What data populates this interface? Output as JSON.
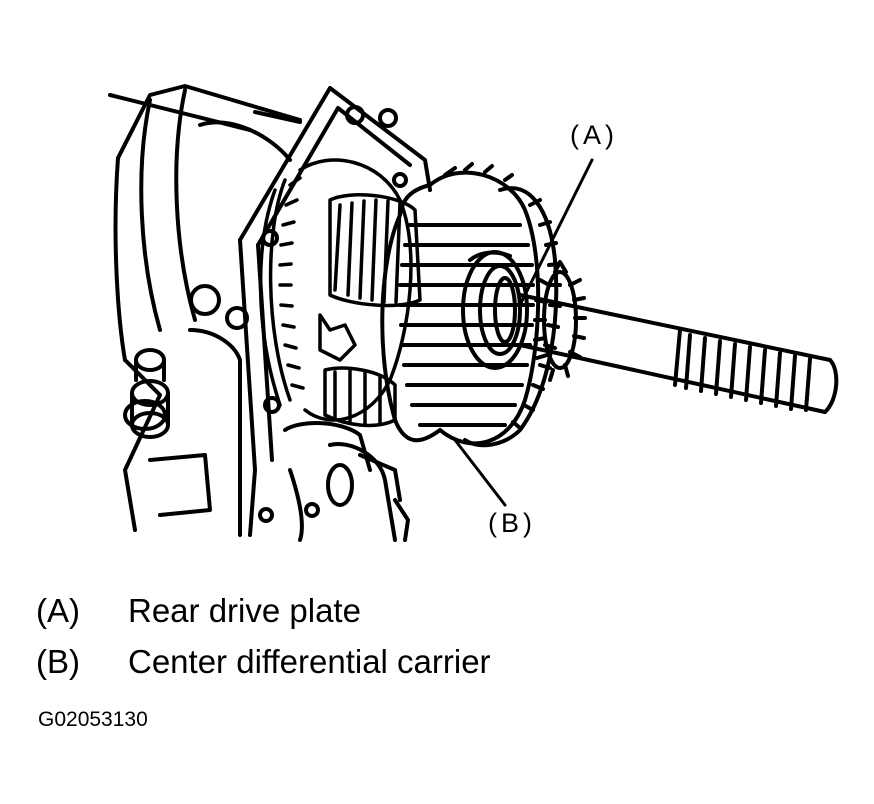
{
  "callouts": {
    "a": "(A)",
    "b": "(B)"
  },
  "legend": [
    {
      "key": "(A)",
      "label": "Rear drive plate"
    },
    {
      "key": "(B)",
      "label": "Center differential carrier"
    }
  ],
  "figure_id": "G02053130",
  "colors": {
    "ink": "#000000",
    "paper": "#ffffff"
  }
}
